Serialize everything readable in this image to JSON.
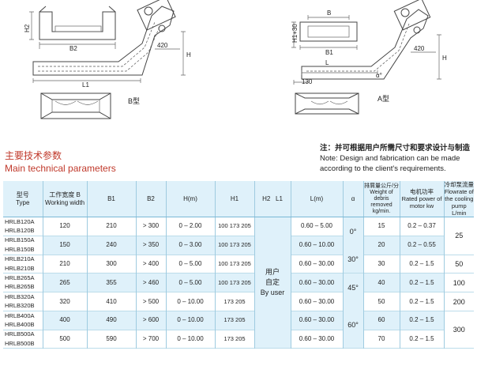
{
  "figures": {
    "b_type": {
      "caption": "B型",
      "dims": {
        "h2": "H2",
        "b2": "B2",
        "d420": "420",
        "h": "H",
        "l1": "L1"
      }
    },
    "a_type": {
      "caption": "A型",
      "dims": {
        "b": "B",
        "h1_30": "H1+30",
        "b1": "B1",
        "d420": "420",
        "h": "H",
        "l": "L",
        "d130": "130",
        "alpha": "α°"
      }
    }
  },
  "section_title": {
    "cn": "主要技术参数",
    "en": "Main technical parameters",
    "color": "#c0392b"
  },
  "note": {
    "cn": "注：并可根据用户所需尺寸和要求设计与制造",
    "en": "Note: Design and fabrication can be made according to the client's requirements."
  },
  "table": {
    "colors": {
      "header_bg": "#dff1fa",
      "band_bg": "#dff1fa"
    },
    "headers": {
      "type": "型号\nType",
      "width": "工作宽度 B\nWorking width",
      "b1": "B1",
      "b2": "B2",
      "h": "H(m)",
      "h1": "H1",
      "h2l1": "H2   L1",
      "l": "L(m)",
      "alpha": "α",
      "weight": "排屑量公斤/分\nWeight of debris removed kg/min.",
      "power": "电机功率\nRated power of motor kw",
      "flow": "冷却泵流量\nFlowrate of the cooling pump L/min"
    },
    "h2l1_value": "用户\n自定\nBy user",
    "alpha_values": [
      "0°",
      "30°",
      "45°",
      "60°"
    ],
    "rows": [
      {
        "types": [
          "HRLB120A",
          "HRLB120B"
        ],
        "width": "120",
        "b1": "210",
        "b2": "> 300",
        "h": "0 – 2.00",
        "h1": "100 173 205",
        "l": "0.60 – 5.00",
        "weight": "15",
        "power": "0.2 – 0.37"
      },
      {
        "types": [
          "HRLB150A",
          "HRLB150B"
        ],
        "width": "150",
        "b1": "240",
        "b2": "> 350",
        "h": "0 – 3.00",
        "h1": "100 173 205",
        "l": "0.60 – 10.00",
        "weight": "20",
        "power": "0.2 – 0.55"
      },
      {
        "types": [
          "HRLB210A",
          "HRLB210B"
        ],
        "width": "210",
        "b1": "300",
        "b2": "> 400",
        "h": "0 – 5.00",
        "h1": "100 173 205",
        "l": "0.60 – 30.00",
        "weight": "30",
        "power": "0.2 – 1.5"
      },
      {
        "types": [
          "HRLB265A",
          "HRLB265B"
        ],
        "width": "265",
        "b1": "355",
        "b2": "> 460",
        "h": "0 – 5.00",
        "h1": "100 173 205",
        "l": "0.60 – 30.00",
        "weight": "40",
        "power": "0.2 – 1.5"
      },
      {
        "types": [
          "HRLB320A",
          "HRLB320B"
        ],
        "width": "320",
        "b1": "410",
        "b2": "> 500",
        "h": "0 – 10.00",
        "h1": "173   205",
        "l": "0.60 – 30.00",
        "weight": "50",
        "power": "0.2 – 1.5"
      },
      {
        "types": [
          "HRLB400A",
          "HRLB400B"
        ],
        "width": "400",
        "b1": "490",
        "b2": "> 600",
        "h": "0 – 10.00",
        "h1": "173   205",
        "l": "0.60 – 30.00",
        "weight": "60",
        "power": "0.2 – 1.5"
      },
      {
        "types": [
          "HRLB500A",
          "HRLB500B"
        ],
        "width": "500",
        "b1": "590",
        "b2": "> 700",
        "h": "0 – 10.00",
        "h1": "173   205",
        "l": "0.60 – 30.00",
        "weight": "70",
        "power": "0.2 – 1.5"
      }
    ],
    "flow_values": [
      "25",
      "50",
      "100",
      "200",
      "300"
    ]
  }
}
